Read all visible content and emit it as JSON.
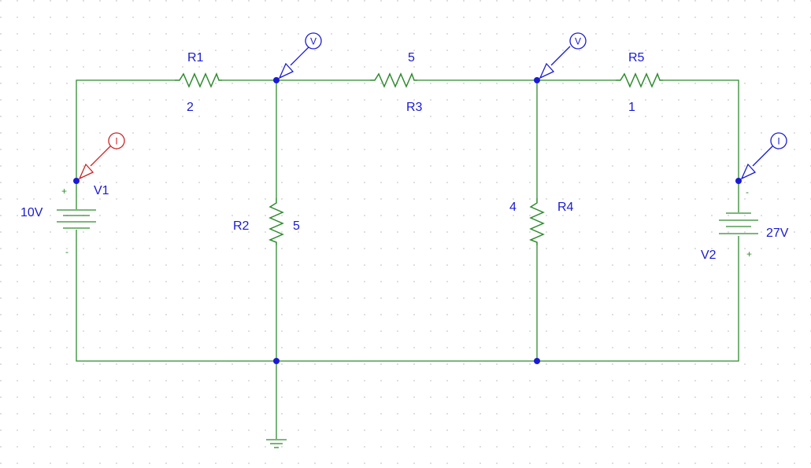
{
  "components": {
    "r1": {
      "name": "R1",
      "value": "2"
    },
    "r2": {
      "name": "R2",
      "value": "5"
    },
    "r3": {
      "name": "R3",
      "value": "5"
    },
    "r4": {
      "name": "R4",
      "value": "4"
    },
    "r5": {
      "name": "R5",
      "value": "1"
    },
    "v1": {
      "name": "V1",
      "value": "10V",
      "plus": "+",
      "minus": "-"
    },
    "v2": {
      "name": "V2",
      "value": "27V",
      "plus": "+",
      "minus": "-"
    }
  },
  "probes": {
    "voltage_symbol": "V",
    "current_symbol": "I"
  },
  "colors": {
    "wire": "#2e8b2e",
    "label": "#1a1ad6",
    "current_probe_active": "#cc2222",
    "probe": "#1a1ad6",
    "grid_dot": "#c8c8c8"
  }
}
